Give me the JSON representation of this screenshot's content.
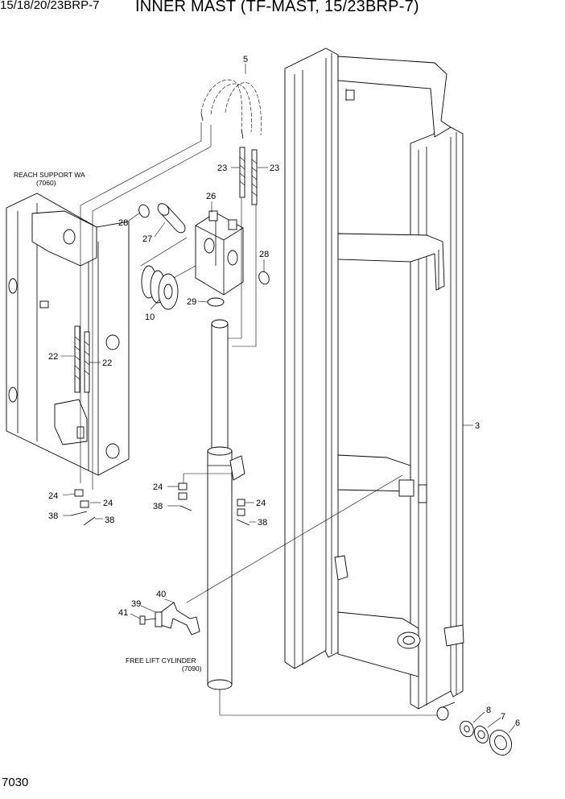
{
  "header": {
    "model": "15/18/20/23BRP-7",
    "title": "INNER MAST (TF-MAST, 15/23BRP-7)"
  },
  "page_number": "7030",
  "references": {
    "reach_support_line1": "REACH SUPPORT WA",
    "reach_support_line2": "(7060)",
    "free_lift_line1": "FREE LIFT CYLINDER",
    "free_lift_line2": "(7090)"
  },
  "callouts": {
    "c5": "5",
    "c23a": "23",
    "c23b": "23",
    "c26": "26",
    "c28a": "28",
    "c27": "27",
    "c28b": "28",
    "c10": "10",
    "c29": "29",
    "c22a": "22",
    "c22b": "22",
    "c3": "3",
    "c24a": "24",
    "c24b": "24",
    "c24c": "24",
    "c24d": "24",
    "c38a": "38",
    "c38b": "38",
    "c38c": "38",
    "c38d": "38",
    "c40": "40",
    "c39": "39",
    "c41": "41",
    "c8": "8",
    "c7": "7",
    "c6": "6"
  }
}
